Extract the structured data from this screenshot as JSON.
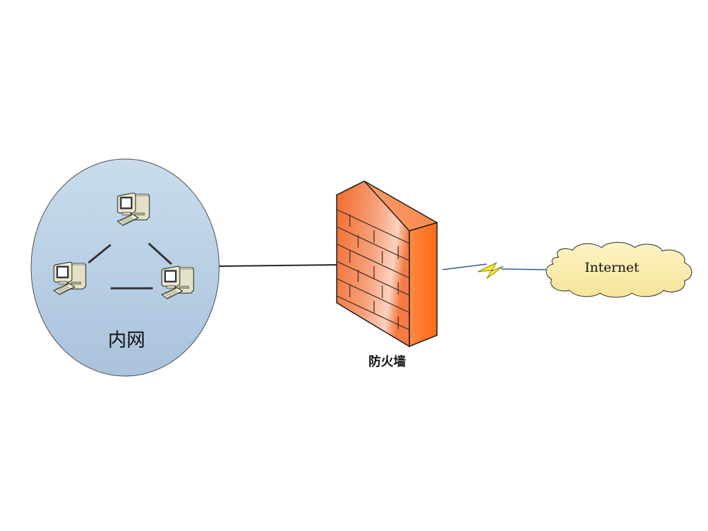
{
  "diagram": {
    "lan": {
      "label": "内网"
    },
    "firewall": {
      "label": "防火墙"
    },
    "internet": {
      "label": "Internet"
    }
  },
  "colors": {
    "lan_fill": "#b8cfe4",
    "firewall_front": "#f4793f",
    "firewall_side": "#ff7f33",
    "cloud_fill": "#fbeeb0",
    "lightning": "#f6ee2e"
  }
}
